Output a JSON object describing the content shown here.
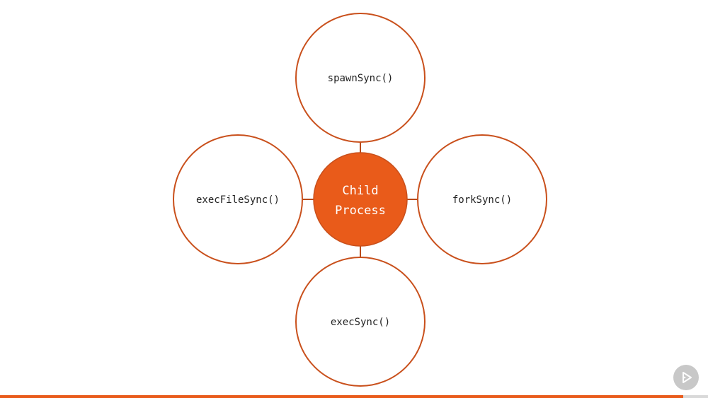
{
  "colors": {
    "accent": "#e95b1a",
    "outline": "#c9501c",
    "connector": "#b84a1a",
    "node_fill": "#ffffff",
    "progress_track": "#d9d9d9",
    "play_button_bg": "#c8c8c8"
  },
  "diagram": {
    "center": {
      "line1": "Child",
      "line2": "Process"
    },
    "nodes": {
      "top": {
        "label": "spawnSync()"
      },
      "left": {
        "label": "execFileSync()"
      },
      "right": {
        "label": "forkSync()"
      },
      "bottom": {
        "label": "execSync()"
      }
    }
  },
  "player": {
    "progress": 0.965,
    "play_icon": "play-icon"
  }
}
